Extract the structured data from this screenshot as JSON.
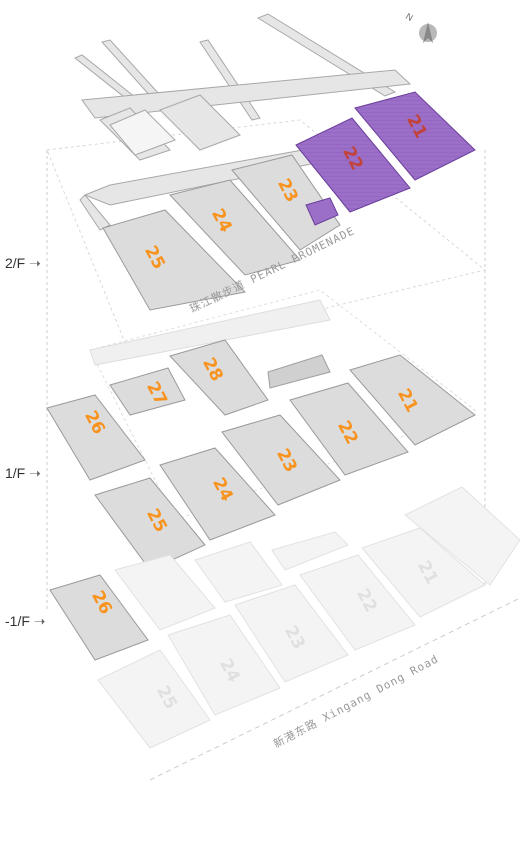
{
  "floors": {
    "upper": "2/F",
    "ground": "1/F",
    "basement": "-1/F"
  },
  "compass": {
    "north": "N"
  },
  "streets": {
    "promenade": "珠江散步道  PEARL  PROMENADE",
    "road": "新港东路  Xingang Dong Road"
  },
  "halls_2f": [
    "21",
    "22",
    "23",
    "24",
    "25"
  ],
  "halls_1f": [
    "21",
    "22",
    "23",
    "24",
    "25",
    "26",
    "27",
    "28"
  ],
  "halls_b1": [
    "21",
    "22",
    "23",
    "24",
    "25",
    "26"
  ],
  "highlighted": [
    "21",
    "22"
  ],
  "colors": {
    "hall_fill": "#dcdcdc",
    "hall_edge": "#9a9a9a",
    "label_orange": "#f7931e",
    "highlight_fill": "#9b6fc8",
    "highlight_edge": "#6a3f9a",
    "faded_fill": "#f2f2f2"
  }
}
